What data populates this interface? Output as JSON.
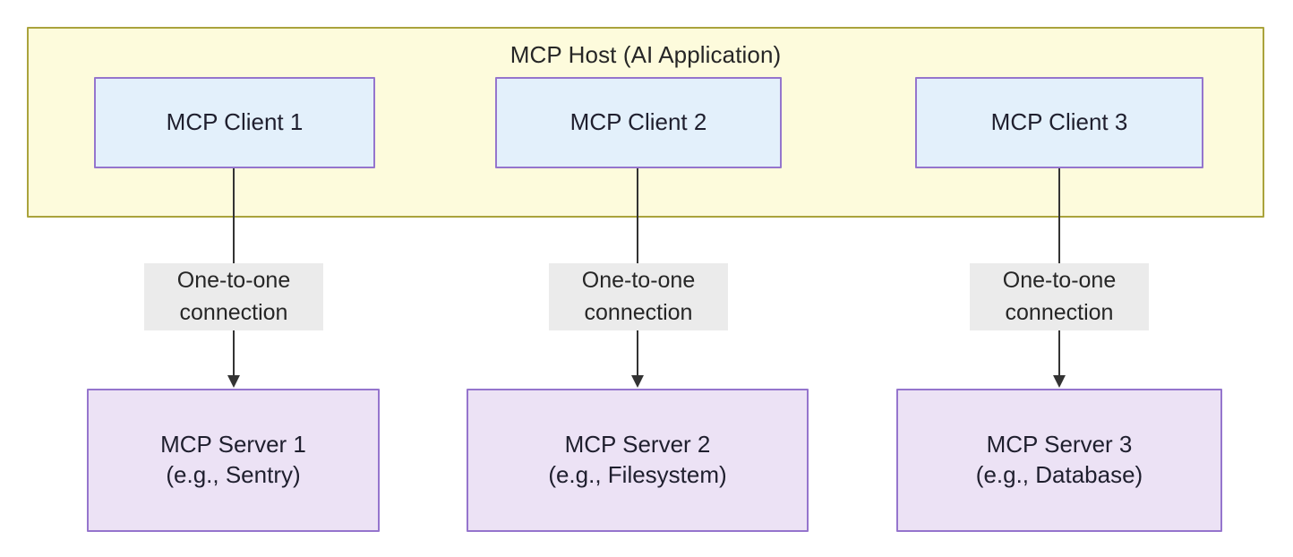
{
  "diagram": {
    "type": "flowchart",
    "title": "MCP Host (AI Application)",
    "host": {
      "label": "MCP Host (AI Application)",
      "fill_color": "#fdfbdc",
      "border_color": "#aaa33c"
    },
    "clients": [
      {
        "label": "MCP Client 1",
        "fill_color": "#e3f0fb",
        "border_color": "#9575cd"
      },
      {
        "label": "MCP Client 2",
        "fill_color": "#e3f0fb",
        "border_color": "#9575cd"
      },
      {
        "label": "MCP Client 3",
        "fill_color": "#e3f0fb",
        "border_color": "#9575cd"
      }
    ],
    "servers": [
      {
        "line1": "MCP Server 1",
        "line2": "(e.g., Sentry)",
        "fill_color": "#ece2f5",
        "border_color": "#9575cd"
      },
      {
        "line1": "MCP Server 2",
        "line2": "(e.g., Filesystem)",
        "fill_color": "#ece2f5",
        "border_color": "#9575cd"
      },
      {
        "line1": "MCP Server 3",
        "line2": "(e.g., Database)",
        "fill_color": "#ece2f5",
        "border_color": "#9575cd"
      }
    ],
    "edges": [
      {
        "from": "MCP Client 1",
        "to": "MCP Server 1",
        "line1": "One-to-one",
        "line2": "connection",
        "arrow": "down",
        "label_bg": "#ebebeb",
        "stroke": "#333333"
      },
      {
        "from": "MCP Client 2",
        "to": "MCP Server 2",
        "line1": "One-to-one",
        "line2": "connection",
        "arrow": "down",
        "label_bg": "#ebebeb",
        "stroke": "#333333"
      },
      {
        "from": "MCP Client 3",
        "to": "MCP Server 3",
        "line1": "One-to-one",
        "line2": "connection",
        "arrow": "down",
        "label_bg": "#ebebeb",
        "stroke": "#333333"
      }
    ]
  }
}
